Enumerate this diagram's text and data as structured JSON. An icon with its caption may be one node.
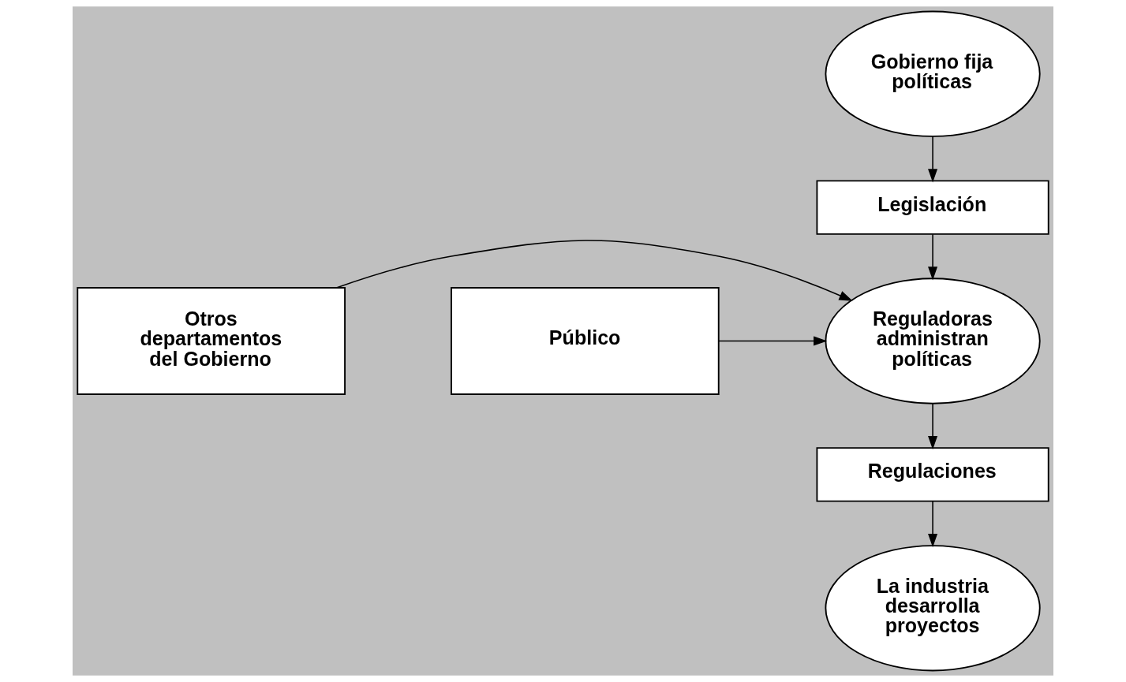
{
  "diagram": {
    "nodes": [
      {
        "text": [
          "Gobierno fija políticas"
        ]
      },
      {
        "text": [
          "Legislación"
        ]
      },
      {
        "text": [
          "Otros departamentos del Gobierno"
        ]
      },
      {
        "text": [
          "Reguladoras administran políticas"
        ]
      },
      {
        "text": [
          "Público"
        ]
      },
      {
        "text": [
          "Regulaciones"
        ]
      },
      {
        "text": [
          "La industria desarrolla proyectos"
        ]
      }
    ],
    "edges": [
      {
        "from": 0,
        "to": 1,
        "arrow": "to"
      },
      {
        "from": 1,
        "to": 3,
        "arrow": "to"
      },
      {
        "from": 2,
        "to": 3,
        "arrow": "to"
      },
      {
        "from": 4,
        "to": 3,
        "arrow": "to"
      },
      {
        "from": 3,
        "to": 5,
        "arrow": "to"
      },
      {
        "from": 5,
        "to": 6,
        "arrow": "to"
      }
    ]
  }
}
